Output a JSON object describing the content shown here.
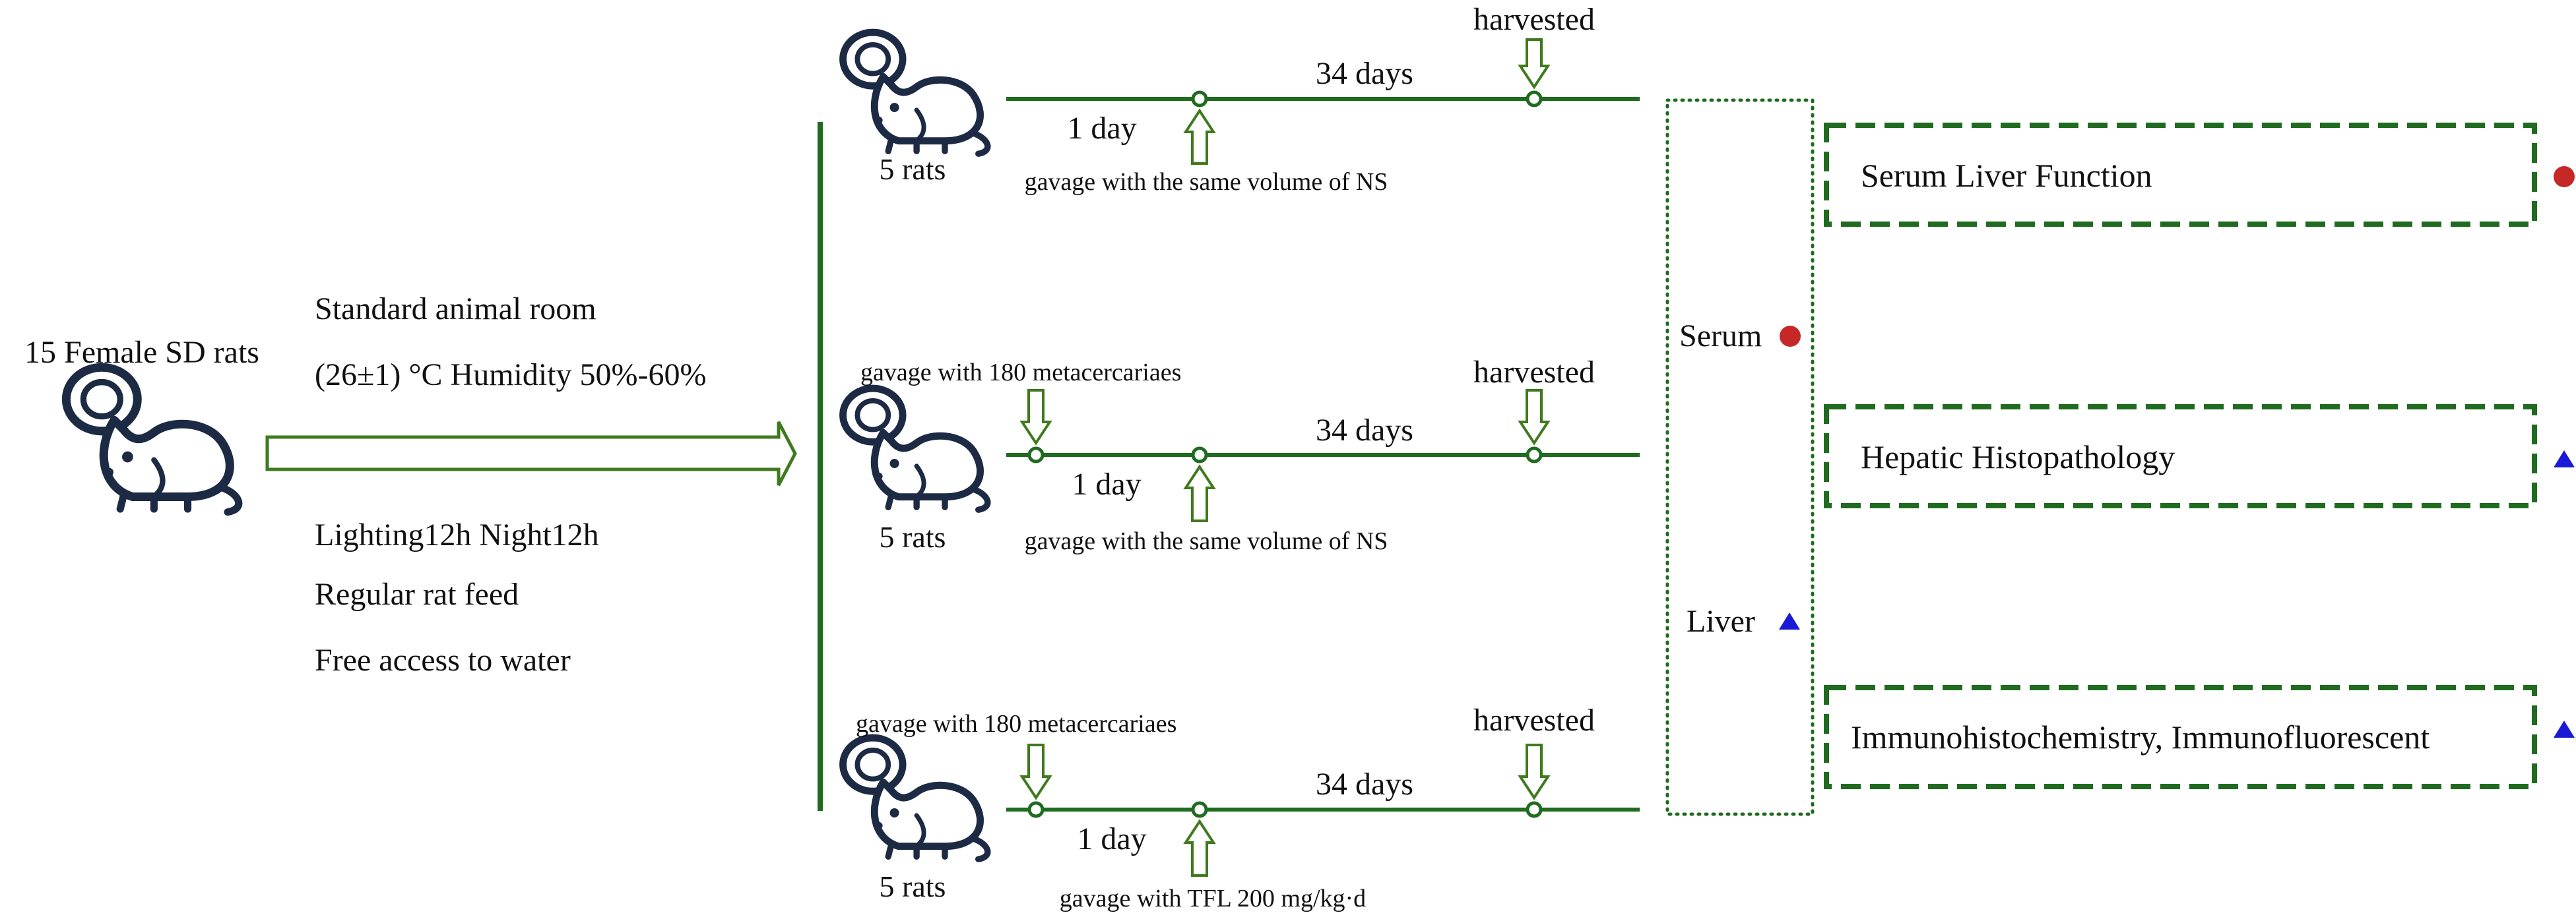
{
  "left": {
    "title": "15 Female SD rats",
    "room_lines": [
      "Standard animal room",
      "(26±1) °C  Humidity 50%-60%"
    ],
    "care_lines": [
      "Lighting12h  Night12h",
      "Regular rat feed",
      "Free access to water"
    ]
  },
  "groups": [
    {
      "count_label": "5 rats",
      "top_left_label": "",
      "harvest_label": "harvested",
      "day1_label": "1 day",
      "days_label": "34 days",
      "bottom_label": "gavage with the same volume of NS"
    },
    {
      "count_label": "5 rats",
      "top_left_label": "gavage with 180 metacercariaes",
      "harvest_label": "harvested",
      "day1_label": "1 day",
      "days_label": "34 days",
      "bottom_label": "gavage with the same volume of NS"
    },
    {
      "count_label": "5 rats",
      "top_left_label": "gavage with 180 metacercariaes",
      "harvest_label": "harvested",
      "day1_label": "1 day",
      "days_label": "34 days",
      "bottom_label": "gavage with TFL 200 mg/kg·d"
    }
  ],
  "samples": {
    "serum": "Serum",
    "liver": "Liver"
  },
  "analyses": [
    "Serum Liver Function",
    "Hepatic Histopathology",
    "Immunohistochemistry, Immunofluorescent"
  ],
  "colors": {
    "green": "#1f6b1f",
    "arrow": "#3f7a1e",
    "red": "#c62828",
    "blue": "#1a1ad6"
  }
}
